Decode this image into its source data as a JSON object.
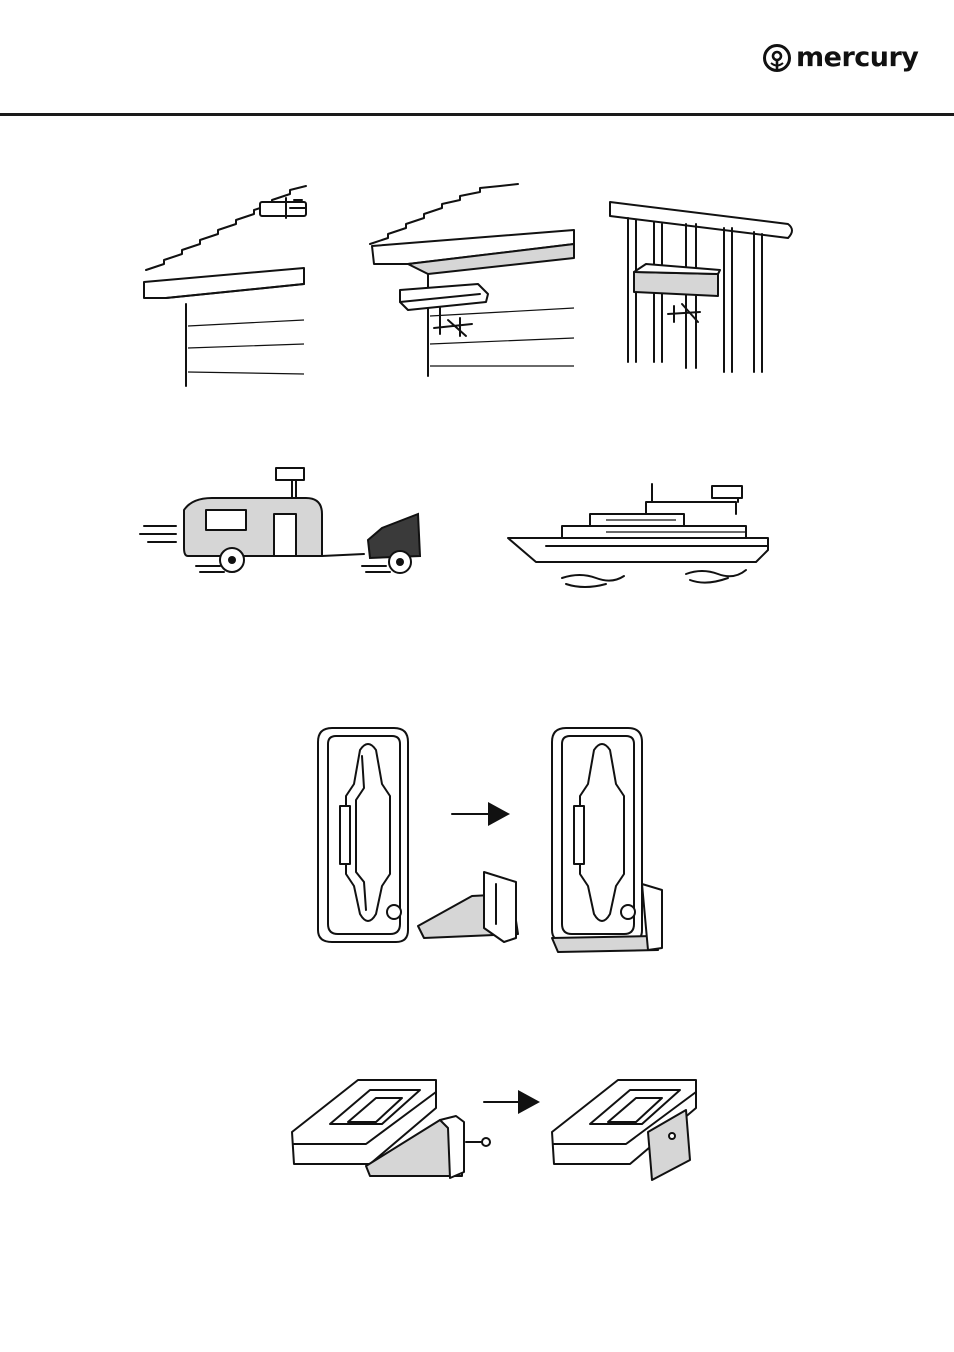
{
  "header": {
    "brand_name": "mercury",
    "logo_icon": "mercury-logo-icon"
  },
  "figures": [
    {
      "id": "roof-top-mount",
      "icon": "roof-antenna-illustration"
    },
    {
      "id": "eaves-mount",
      "icon": "eaves-antenna-illustration"
    },
    {
      "id": "railing-mount",
      "icon": "railing-antenna-illustration"
    },
    {
      "id": "caravan-mount",
      "icon": "caravan-antenna-illustration"
    },
    {
      "id": "boat-mount",
      "icon": "boat-antenna-illustration"
    },
    {
      "id": "bracket-attach-vertical",
      "icon": "vertical-bracket-illustration"
    },
    {
      "id": "bracket-attach-horizontal",
      "icon": "horizontal-bracket-illustration"
    }
  ]
}
